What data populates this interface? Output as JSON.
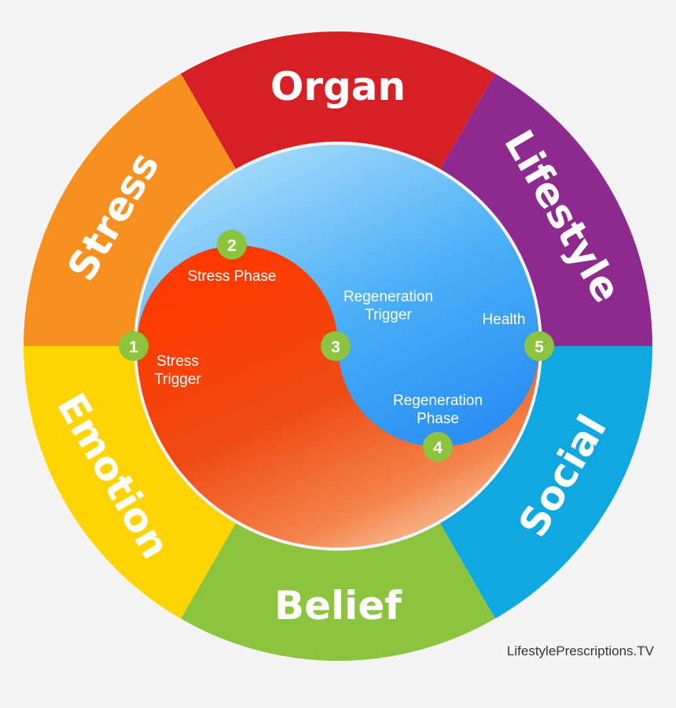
{
  "ring": {
    "segments": [
      {
        "label": "Organ",
        "color": "#d71f26"
      },
      {
        "label": "Lifestyle",
        "color": "#8e2a8f"
      },
      {
        "label": "Social",
        "color": "#0fa8e0"
      },
      {
        "label": "Belief",
        "color": "#8cc43f"
      },
      {
        "label": "Emotion",
        "color": "#ffd400"
      },
      {
        "label": "Stress",
        "color": "#f7901e"
      }
    ]
  },
  "inner": {
    "phases": [
      {
        "step": "1",
        "label_lines": [
          "Stress",
          "Trigger"
        ]
      },
      {
        "step": "2",
        "label_lines": [
          "Stress Phase"
        ]
      },
      {
        "step": "3",
        "label_lines": [
          "Regeneration",
          "Trigger"
        ]
      },
      {
        "step": "4",
        "label_lines": [
          "Regeneration",
          "Phase"
        ]
      },
      {
        "step": "5",
        "label_lines": [
          "Health"
        ]
      }
    ],
    "marker_color": "#8cc43f",
    "stress_color": "#ee4410",
    "regeneration_color": "#2d9cf4"
  },
  "credit": "LifestylePrescriptions.TV"
}
